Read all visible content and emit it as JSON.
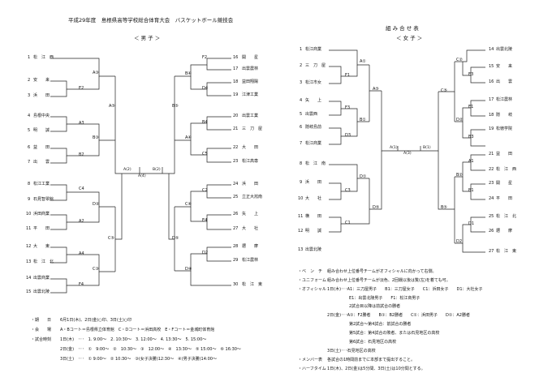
{
  "header": {
    "title": "平成29年度　島根県高等学校総合体育大会　バスケットボール競技会",
    "combo_title": "組 み 合 せ 表",
    "boys_label": "＜ 男 子 ＞",
    "girls_label": "＜ 女 子 ＞"
  },
  "boys": {
    "left": [
      {
        "no": "1",
        "name": "松　江　西"
      },
      {
        "no": "2",
        "name": "安　　来"
      },
      {
        "no": "3",
        "name": "浜　　田"
      },
      {
        "no": "4",
        "name": "島根中央"
      },
      {
        "no": "5",
        "name": "明　　誠"
      },
      {
        "no": "6",
        "name": "益　　田"
      },
      {
        "no": "7",
        "name": "出　　雲"
      },
      {
        "no": "8",
        "name": "松江工業"
      },
      {
        "no": "9",
        "name": "石見智翠館"
      },
      {
        "no": "10",
        "name": "浜田商業"
      },
      {
        "no": "11",
        "name": "平　　田"
      },
      {
        "no": "12",
        "name": "大　　東"
      },
      {
        "no": "13",
        "name": "松　江　北"
      },
      {
        "no": "14",
        "name": "出雲商業"
      },
      {
        "no": "15",
        "name": "出雲北陵"
      }
    ],
    "right": [
      {
        "no": "16",
        "name": "開　　星"
      },
      {
        "no": "17",
        "name": "出雲農林"
      },
      {
        "no": "18",
        "name": "益田翔陽"
      },
      {
        "no": "19",
        "name": "江津工業"
      },
      {
        "no": "20",
        "name": "出雲工業"
      },
      {
        "no": "21",
        "name": "三　刀　屋"
      },
      {
        "no": "22",
        "name": "大　　田"
      },
      {
        "no": "23",
        "name": "松江高専"
      },
      {
        "no": "24",
        "name": "浜　　田"
      },
      {
        "no": "25",
        "name": "立正大淞南"
      },
      {
        "no": "26",
        "name": "矢　　上"
      },
      {
        "no": "27",
        "name": "大　　社"
      },
      {
        "no": "28",
        "name": "邇　　摩"
      },
      {
        "no": "29",
        "name": "松江農林"
      },
      {
        "no": "30",
        "name": "松　江　東"
      }
    ],
    "labels": {
      "A3": "A③",
      "E2": "E2",
      "A3b": "A3",
      "B3": "B③",
      "B2": "B2",
      "A5": "A⑤",
      "C4": "C4",
      "D3": "D③",
      "A2": "A2",
      "C5": "C⑤",
      "A4": "A4",
      "C3": "C③",
      "F4": "F4",
      "F2": "F2",
      "B4c": "B④",
      "D4": "D4",
      "B5": "B⑤",
      "B4": "B4",
      "A4c": "A④",
      "C5b": "C5",
      "C2": "C2",
      "C4c": "C④",
      "E4": "E4",
      "D5": "D⑤",
      "D2": "D2",
      "D4c": "D④",
      "final_l": "A(2)",
      "final_c": "A(4)",
      "final_r": "B(2)"
    }
  },
  "girls": {
    "left": [
      {
        "no": "1",
        "name": "松江商業"
      },
      {
        "no": "2",
        "name": "三　刀　屋"
      },
      {
        "no": "3",
        "name": "松江市女"
      },
      {
        "no": "4",
        "name": "矢　　上"
      },
      {
        "no": "5",
        "name": "出雲西"
      },
      {
        "no": "6",
        "name": "隠岐島前"
      },
      {
        "no": "7",
        "name": "松江商業"
      },
      {
        "no": "8",
        "name": "松　江　南"
      },
      {
        "no": "9",
        "name": "浜　　田"
      },
      {
        "no": "10",
        "name": "大　　社"
      },
      {
        "no": "11",
        "name": "横　　田"
      },
      {
        "no": "12",
        "name": "明　　誠"
      },
      {
        "no": "13",
        "name": "出雲北陵"
      }
    ],
    "right": [
      {
        "no": "14",
        "name": "出雲北陵"
      },
      {
        "no": "15",
        "name": "安　　来"
      },
      {
        "no": "16",
        "name": "出　　雲"
      },
      {
        "no": "17",
        "name": "松江農林"
      },
      {
        "no": "18",
        "name": "隠　　岐"
      },
      {
        "no": "19",
        "name": "松徳学院"
      },
      {
        "no": "21",
        "name": "益　　田"
      },
      {
        "no": "22",
        "name": "松　江　西"
      },
      {
        "no": "23",
        "name": "開　　星"
      },
      {
        "no": "24",
        "name": "平　　田"
      },
      {
        "no": "25",
        "name": "松　江　北"
      },
      {
        "no": "26",
        "name": "邇　　摩"
      },
      {
        "no": "27",
        "name": "松　江　東"
      }
    ],
    "labels": {
      "A1": "A①",
      "F1": "F1",
      "A5": "A⑤",
      "F3": "F3",
      "B1": "B①",
      "D3": "D3",
      "C3": "C3",
      "D1": "D①",
      "C1": "C1",
      "D5": "D⑤",
      "C2": "C②",
      "E3": "E3",
      "C5": "C⑤",
      "E1": "E1",
      "D2": "D②",
      "B3": "B3",
      "A1b": "A1",
      "B2": "B②",
      "B1b": "B1",
      "B5": "B⑤",
      "D1b": "D1",
      "D2b": "D2",
      "final_l": "A(1)",
      "final_c": "A(3)",
      "final_r": "B(1)"
    }
  },
  "schedule": {
    "dates_label": "・期　　日",
    "dates_value": "6月1日(木)、2日(金)○印、3日(土)○印",
    "venue_label": "・会　　場",
    "venue_value": "A・Bコート＝島根県立体育館　C・Dコート＝浜田高校　E・Fコート＝金城町体育館",
    "time_label": "・試合時刻",
    "day1": "1日(木)　･･･　1. 9:00～　2. 10:30～　3. 12:00～　4. 13:30～　5. 15:00～",
    "day2": "2日(金)　･･･　①　9:00～　②　10:30～　③　12:00～　④　13:30～　⑤ 15:00～　⑥ 16:30～",
    "day3": "3日(土)　･･･　① 9:00～　② 10:30～　③(女子決勝)12:30～　④(男子決勝)14:00～"
  },
  "notes": [
    {
      "label": "・ベ　ン　チ",
      "text": "組み合わせ上位番号チームがオフィシャルに向かって右側。"
    },
    {
      "label": "・ユニフォーム",
      "text": "組み合わせ上位番号チームが淡色、2回戦以後は覧(左)を着ても可。"
    },
    {
      "label": "・オフィシャル",
      "text": "1日(木)･･･A1：三刀屋男子　　B1：三刀屋女子　　C1：浜田女子　　D1：大社女子"
    },
    {
      "label": "",
      "text": "E1：出雲北陵男子　　F1：松江商男子"
    },
    {
      "label": "",
      "text": "2試合目以降は前試合の勝者"
    },
    {
      "label": "",
      "text": "2日(金)･･･A①：F2勝者　　B①：B2勝者　　C①：浜田男子　　D①：A2勝者"
    },
    {
      "label": "",
      "text": "第2試合～第4試合：前試合の勝者"
    },
    {
      "label": "",
      "text": "第5試合：第4試合の敗者、または石見地区の高校"
    },
    {
      "label": "",
      "text": "第6試合：石見地区の高校"
    },
    {
      "label": "",
      "text": "3日(土)･･･石見地区の高校"
    },
    {
      "label": "・メンバー表",
      "text": "各試合の1時間前までに本部まで提出すること。"
    },
    {
      "label": "・ハーフタイム",
      "text": "1日(木)、2日(金)は5分間、3日(土)は10分間とする。"
    }
  ]
}
